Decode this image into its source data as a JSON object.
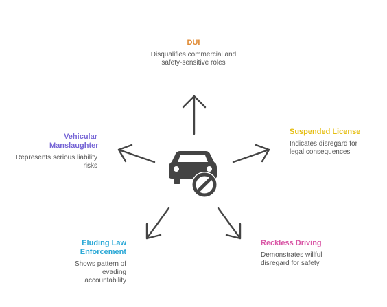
{
  "center_icon": "car-prohibited-icon",
  "nodes": {
    "dui": {
      "title": "DUI",
      "desc": "Disqualifies commercial and safety-sensitive roles",
      "color": "#E08A33"
    },
    "suspended": {
      "title": "Suspended License",
      "desc": "Indicates disregard for legal consequences",
      "color": "#E6BE12"
    },
    "reckless": {
      "title": "Reckless Driving",
      "desc": "Demonstrates willful disregard for safety",
      "color": "#D957A6"
    },
    "eluding": {
      "title": "Eluding Law Enforcement",
      "desc": "Shows pattern of evading accountability",
      "color": "#2BA8D6"
    },
    "vehicular": {
      "title": "Vehicular Manslaughter",
      "desc": "Represents serious liability risks",
      "color": "#7766D6"
    }
  },
  "colors": {
    "arrow": "#444444",
    "icon": "#444444"
  }
}
